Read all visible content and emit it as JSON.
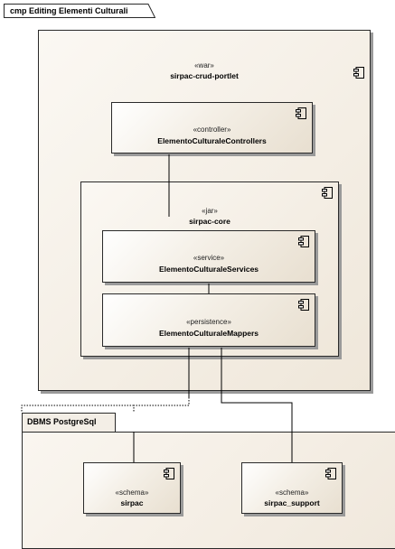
{
  "frame": {
    "label": "cmp Editing Elementi Culturali"
  },
  "components": {
    "portlet": {
      "stereotype": "«war»",
      "name": "sirpac-crud-portlet"
    },
    "controller": {
      "stereotype": "«controller»",
      "name": "ElementoCulturaleControllers"
    },
    "core": {
      "stereotype": "«jar»",
      "name": "sirpac-core"
    },
    "service": {
      "stereotype": "«service»",
      "name": "ElementoCulturaleServices"
    },
    "persistence": {
      "stereotype": "«persistence»",
      "name": "ElementoCulturaleMappers"
    },
    "schema_sirpac": {
      "stereotype": "«schema»",
      "name": "sirpac"
    },
    "schema_support": {
      "stereotype": "«schema»",
      "name": "sirpac_support"
    }
  },
  "package": {
    "label": "DBMS PostgreSql"
  },
  "icons": {
    "component": "component-icon"
  },
  "colors": {
    "box_fill": "#f4efe6",
    "border": "#2a2a2a",
    "shadow": "#9a9a9a"
  }
}
